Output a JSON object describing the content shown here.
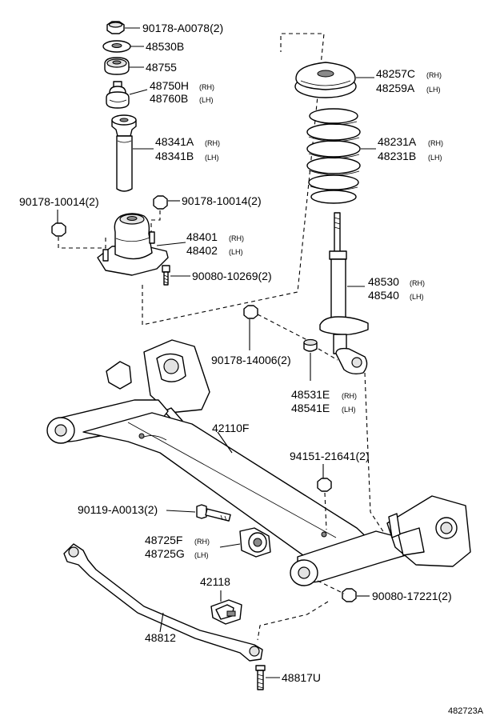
{
  "figure_id": "482723A",
  "labels": {
    "p_90178_a0078": "90178-A0078(2)",
    "p_48530b": "48530B",
    "p_48755": "48755",
    "p_48750h": "48750H",
    "p_48760b": "48760B",
    "p_48341a": "48341A",
    "p_48341b": "48341B",
    "p_90178_10014_l": "90178-10014(2)",
    "p_90178_10014_r": "90178-10014(2)",
    "p_48401": "48401",
    "p_48402": "48402",
    "p_90080_10269": "90080-10269(2)",
    "p_48257c": "48257C",
    "p_48259a": "48259A",
    "p_48231a": "48231A",
    "p_48231b": "48231B",
    "p_48530": "48530",
    "p_48540": "48540",
    "p_90178_14006": "90178-14006(2)",
    "p_48531e": "48531E",
    "p_48541e": "48541E",
    "p_42110f": "42110F",
    "p_94151_21641": "94151-21641(2)",
    "p_90119_a0013": "90119-A0013(2)",
    "p_48725f": "48725F",
    "p_48725g": "48725G",
    "p_42118": "42118",
    "p_90080_17221": "90080-17221(2)",
    "p_48812": "48812",
    "p_48817u": "48817U"
  },
  "side": {
    "rh": "(RH)",
    "lh": "(LH)"
  }
}
